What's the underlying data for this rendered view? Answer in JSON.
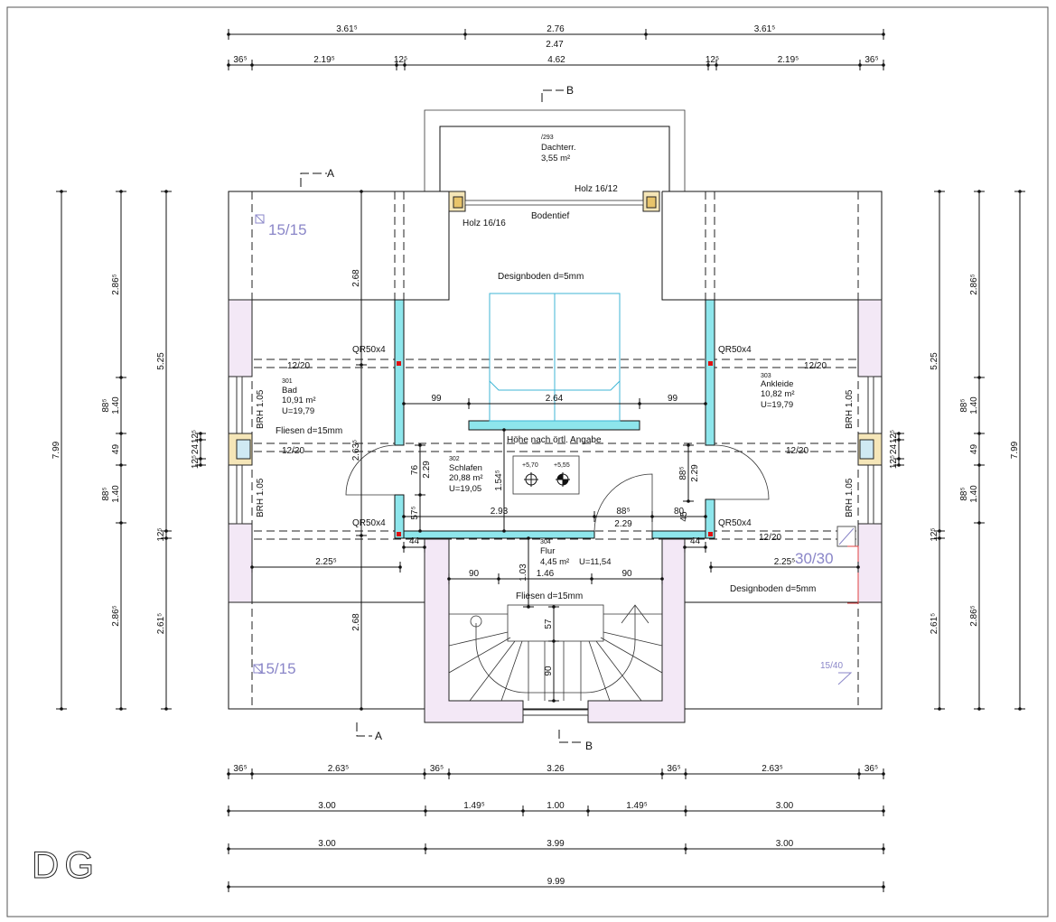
{
  "title": "DG",
  "colors": {
    "wall_insulation": "#8ee6ec",
    "masonry": "#f3e8f6",
    "timber": "#e8c46a",
    "marker": "#8a86c8",
    "steel": "#e01010"
  },
  "sections": {
    "a_top": "A",
    "a_bottom": "A",
    "b_top": "B",
    "b_bottom": "B"
  },
  "terrace": {
    "number": "/293",
    "name": "Dachterr.",
    "area": "3,55 m²"
  },
  "annotations": {
    "holz_top": "Holz 16/12",
    "holz_left": "Holz 16/16",
    "bodentief": "Bodentief",
    "designboden_top": "Designboden d=5mm",
    "designboden_right": "Designboden d=5mm",
    "hoehe": "Höhe nach örtl. Angabe",
    "fliesen_bad": "Fliesen d=15mm",
    "fliesen_flur": "Fliesen d=15mm",
    "qr": [
      "QR50x4",
      "QR50x4",
      "QR50x4",
      "QR50x4"
    ],
    "beams": [
      "12/20",
      "12/20",
      "12/20",
      "12/20",
      "12/20"
    ],
    "brh": [
      "BRH 1.05",
      "BRH 1.05",
      "BRH 1.05",
      "BRH 1.05"
    ],
    "columns": [
      "15/15",
      "15/15",
      "30/30",
      "15/40"
    ],
    "levels": [
      "+5,70",
      "+5,55"
    ]
  },
  "rooms": [
    {
      "number": "301",
      "name": "Bad",
      "area": "10,91 m²",
      "perimeter": "U=19,79"
    },
    {
      "number": "302",
      "name": "Schlafen",
      "area": "20,88 m²",
      "perimeter": "U=19,05"
    },
    {
      "number": "303",
      "name": "Ankleide",
      "area": "10,82 m²",
      "perimeter": "U=19,79"
    },
    {
      "number": "304",
      "name": "Flur",
      "area": "4,45 m²",
      "perimeter": "U=11,54"
    }
  ],
  "dimensions": {
    "top_overall": [
      "3.61⁵",
      "2.76",
      "3.61⁵"
    ],
    "top_overall_sub": "2.47",
    "top_detail": [
      "36⁵",
      "2.19⁵",
      "12⁵",
      "4.62",
      "12⁵",
      "2.19⁵",
      "36⁵"
    ],
    "bottom_row1": [
      "36⁵",
      "2.63⁵",
      "36⁵",
      "3.26",
      "36⁵",
      "2.63⁵",
      "36⁵"
    ],
    "bottom_row2": [
      "3.00",
      "1.49⁵",
      "1.00",
      "1.49⁵",
      "3.00"
    ],
    "bottom_row3": [
      "3.00",
      "3.99",
      "3.00"
    ],
    "bottom_total": [
      "9.99"
    ],
    "left_total": [
      "7.99"
    ],
    "left_detail": [
      "2.86⁵",
      "1.40",
      "49",
      "1.40",
      "2.86⁵"
    ],
    "left_detail_upper": [
      "88⁵",
      "88⁵"
    ],
    "left_mid": [
      "5.25",
      "12⁵",
      "2.61⁵"
    ],
    "left_window": [
      "12⁵",
      "24",
      "12⁵"
    ],
    "right_total": [
      "7.99"
    ],
    "right_detail": [
      "2.86⁵",
      "1.40",
      "49",
      "1.40",
      "2.86⁵"
    ],
    "right_detail_upper": [
      "88⁵",
      "88⁵"
    ],
    "right_mid": [
      "5.25",
      "12⁵",
      "2.61⁵"
    ],
    "right_window": [
      "12⁵",
      "24",
      "12⁵"
    ]
  },
  "interior_dims": {
    "height_axis": [
      "2.68",
      "2.63⁵",
      "2.68"
    ],
    "bed_row": [
      "99",
      "2.64",
      "99"
    ],
    "schlafen_left": [
      "76",
      "57⁵"
    ],
    "schlafen_left_total": "2.29",
    "schlafen_center": [
      "1.54⁵"
    ],
    "schlafen_row": [
      "2.93",
      "88⁵",
      "80"
    ],
    "schlafen_row_sub": "2.29",
    "schlafen_right": [
      "88⁵"
    ],
    "schlafen_right_total": "2.29",
    "schlafen_right_small": "45",
    "wall_left": [
      "44"
    ],
    "wall_right": [
      "44"
    ],
    "knee_left": [
      "2.25⁵"
    ],
    "knee_right": [
      "2.25⁵"
    ],
    "flur_row": [
      "90",
      "1.46",
      "90"
    ],
    "flur_depth": [
      "1.03"
    ],
    "stair": [
      "57",
      "90"
    ]
  }
}
